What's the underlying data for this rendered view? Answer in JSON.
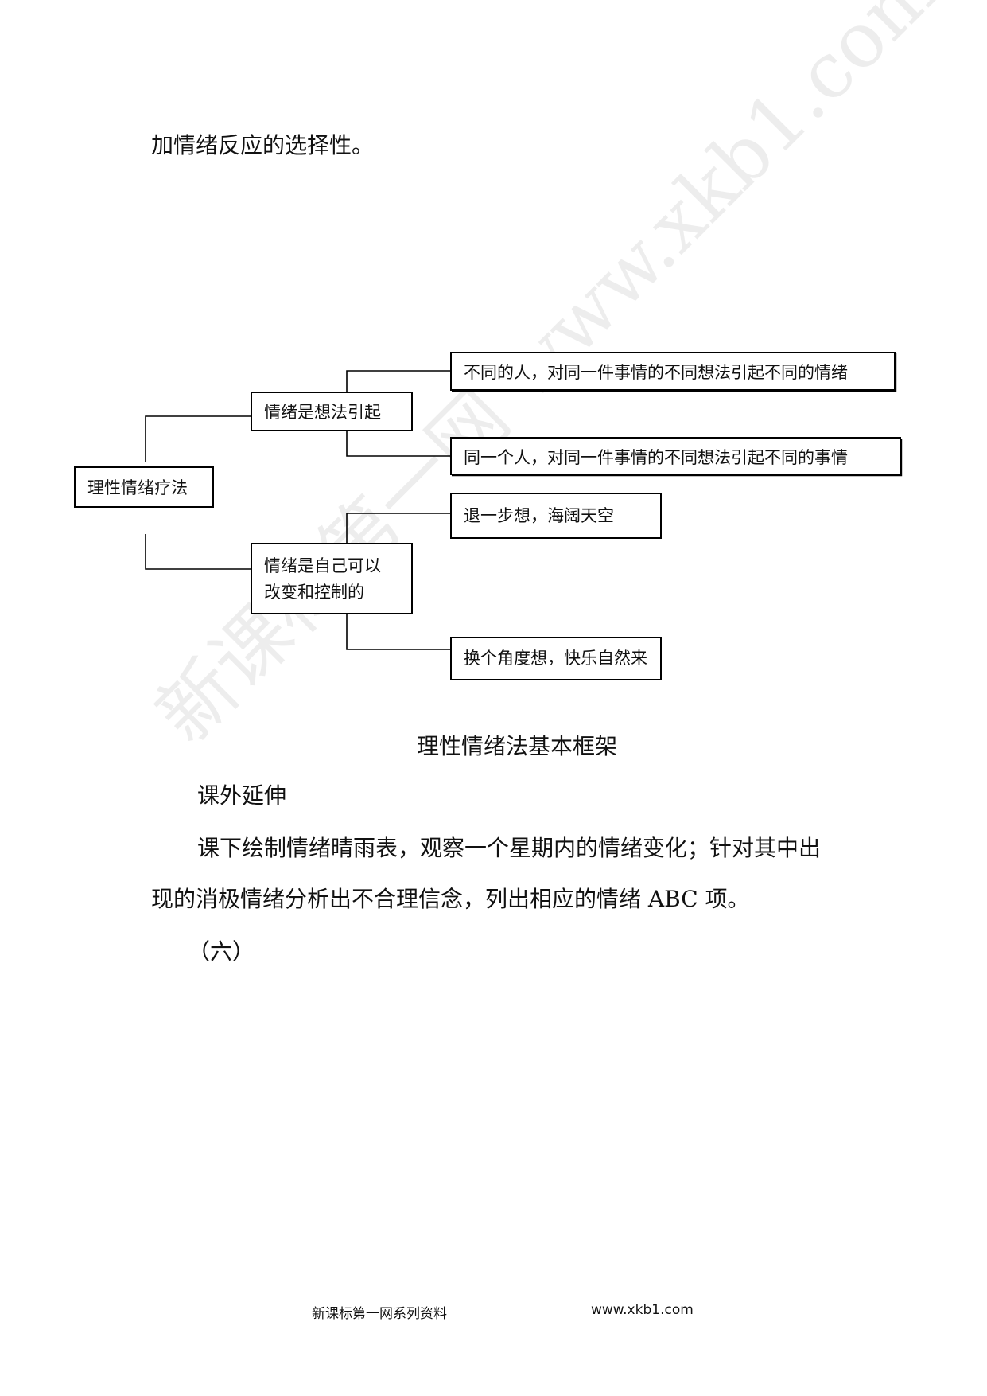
{
  "body": {
    "intro_tail": "加情绪反应的选择性。",
    "caption": "理性情绪法基本框架",
    "extension_heading": "课外延伸",
    "extension_line1": "课下绘制情绪晴雨表，观察一个星期内的情绪变化；针对其中出",
    "extension_line2": "现的消极情绪分析出不合理信念，列出相应的情绪 ABC 项。",
    "section_six": "（六）"
  },
  "diagram": {
    "root": "理性情绪疗法",
    "branch1": {
      "label": "情绪是想法引起",
      "leaf1": "不同的人，对同一件事情的不同想法引起不同的情绪",
      "leaf2": "同一个人，对同一件事情的不同想法引起不同的事情"
    },
    "branch2": {
      "label_line1": "情绪是自己可以",
      "label_line2": "改变和控制的",
      "leaf1": "退一步想，海阔天空",
      "leaf2": "换个角度想，快乐自然来"
    }
  },
  "watermark": "新课标第一网 www.xkb1.com",
  "footer": {
    "left": "新课标第一网系列资料",
    "right": "www.xkb1.com"
  }
}
